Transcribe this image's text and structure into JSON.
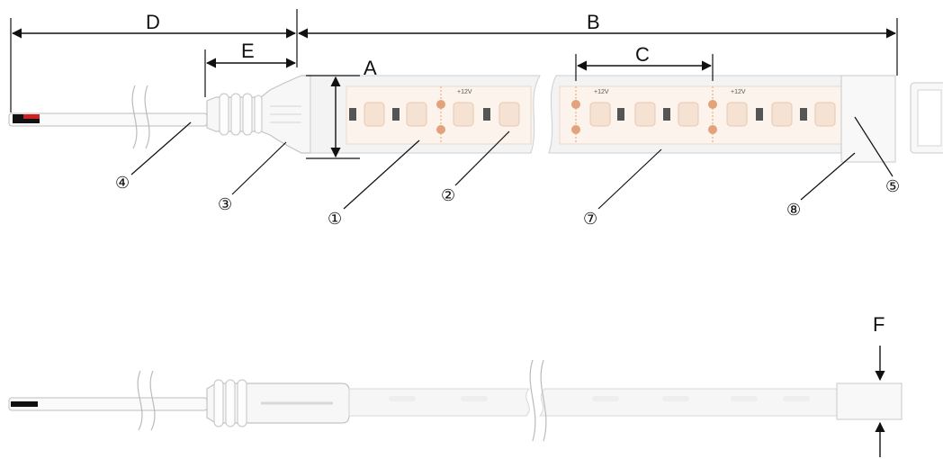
{
  "dimension_labels": {
    "d": "D",
    "b": "B",
    "e": "E",
    "a": "A",
    "c": "C",
    "f": "F"
  },
  "callouts": {
    "c1": "①",
    "c2": "②",
    "c3": "③",
    "c4": "④",
    "c5": "⑤",
    "c7": "⑦",
    "c8": "⑧"
  },
  "pcb_marking": "+12V",
  "colors": {
    "line": "#111111",
    "jacket": "#d8d8d8",
    "strip_fill": "#fbf3ec",
    "pad": "#e2a37a",
    "led": "#f6e2d2",
    "resistor": "#555555",
    "wire_red": "#cc2222",
    "wire_black": "#111111"
  }
}
